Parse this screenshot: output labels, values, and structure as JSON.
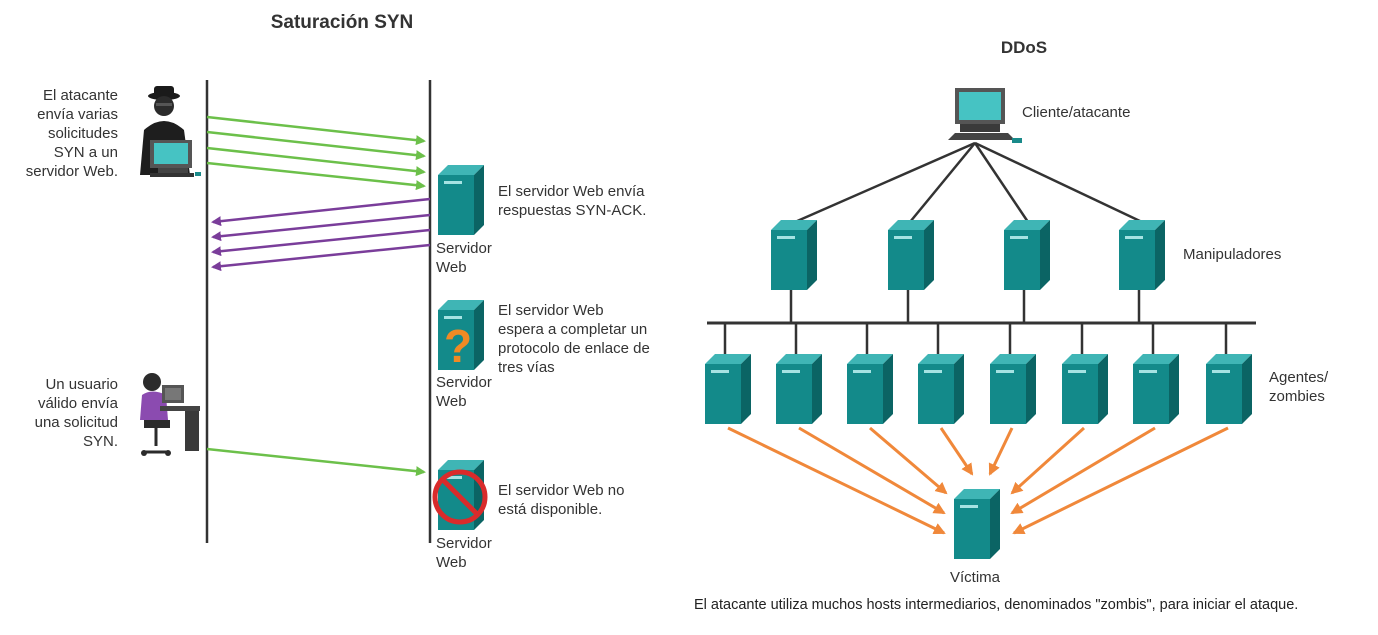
{
  "syn": {
    "title": "Saturación SYN",
    "attacker_text": [
      "El atacante",
      "envía varias",
      "solicitudes",
      "SYN a un",
      "servidor Web."
    ],
    "user_text": [
      "Un usuario",
      "válido envía",
      "una solicitud",
      "SYN."
    ],
    "server_label": [
      "Servidor",
      "Web"
    ],
    "step1_text": [
      "El servidor Web envía",
      "respuestas SYN-ACK."
    ],
    "step2_text": [
      "El servidor Web",
      "espera a completar un",
      "protocolo de enlace de",
      "tres vías"
    ],
    "step3_text": [
      "El servidor Web no",
      "está disponible."
    ]
  },
  "ddos": {
    "title": "DDoS",
    "client_label": "Cliente/atacante",
    "handlers_label": "Manipuladores",
    "agents_label": [
      "Agentes/",
      "zombies"
    ],
    "victim_label": "Víctima",
    "caption": "El atacante utiliza muchos hosts intermediarios, denominados \"zombis\", para iniciar el ataque."
  },
  "colors": {
    "syn_arrow": "#6cc04a",
    "synack_arrow": "#7a3d9a",
    "attack_arrow": "#f0883a",
    "server_front": "#138a8a",
    "server_side": "#0b6464",
    "server_top": "#3fb5b5",
    "prohibited": "#d92b2b",
    "question": "#f08a24"
  },
  "icons": {
    "attacker": "hacker-at-computer-icon",
    "user": "user-at-desk-icon",
    "server": "server-tower-icon",
    "client": "computer-workstation-icon",
    "question": "question-mark-icon",
    "unavailable": "prohibited-sign-icon"
  }
}
